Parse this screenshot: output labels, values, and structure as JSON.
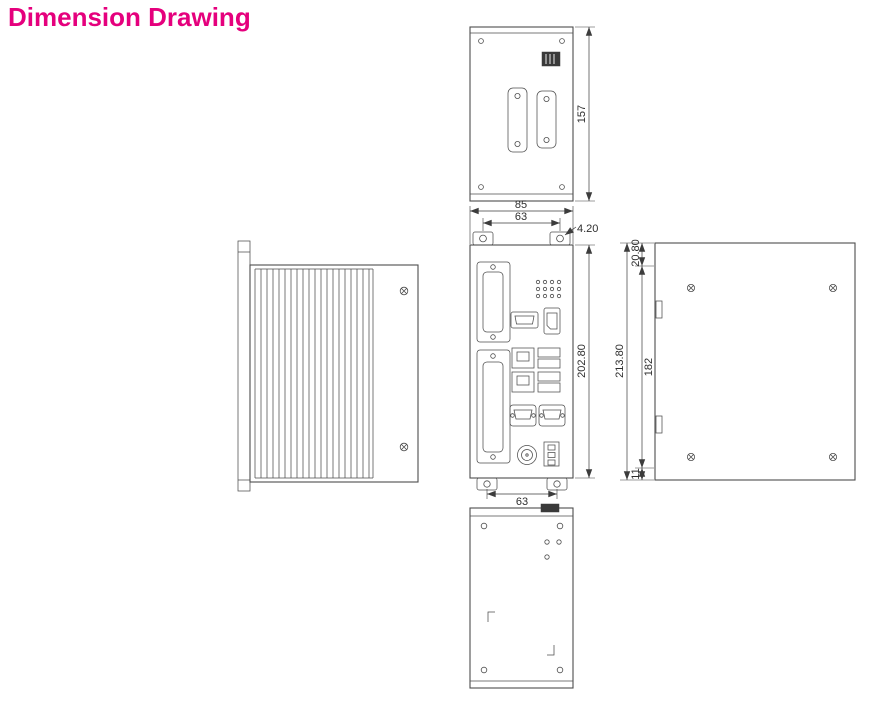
{
  "title": "Dimension Drawing",
  "colors": {
    "title_accent": "#e5007d",
    "drawing_line": "#4d4d4d",
    "dimension_text": "#2e2e2e"
  },
  "views": {
    "top": {
      "depth_mm": "157"
    },
    "front": {
      "overall_width_mm": "85",
      "mount_hole_span_mm": "63",
      "mount_hole_offset_mm": "4.20",
      "overall_height_mm": "202.80",
      "bottom_hole_span_mm": "63"
    },
    "side": {
      "top_offset_mm": "20.80",
      "overall_height_mm": "213.80",
      "body_height_mm": "182",
      "bottom_offset_mm": "11"
    }
  }
}
